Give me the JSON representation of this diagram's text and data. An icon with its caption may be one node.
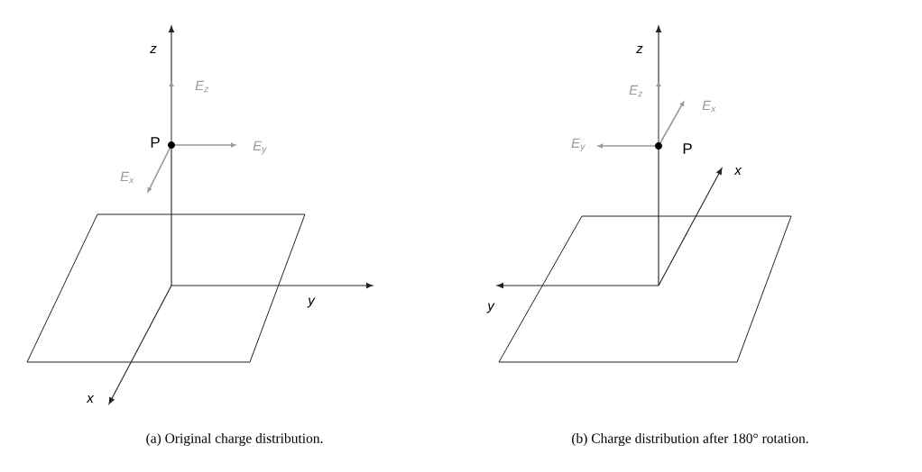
{
  "diagram": {
    "labels": [
      "z",
      "E$_{z}$",
      "P",
      "E$_{y}$",
      "E$_{x}$",
      "y",
      "x",
      "z",
      "E$_{z}$",
      "E$_{x}$",
      "E$_{y}$",
      "P",
      "x",
      "y",
      "(a) Original charge distribution.",
      "(b) Charge distribution after 180° rotation."
    ]
  }
}
